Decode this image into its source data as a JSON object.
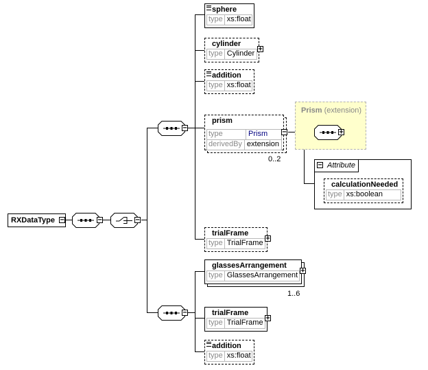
{
  "root": {
    "name": "RXDataType"
  },
  "elements": {
    "sphere": {
      "name": "sphere",
      "type_key": "type",
      "type": "xs:float"
    },
    "cylinder": {
      "name": "cylinder",
      "type_key": "type",
      "type": "Cylinder"
    },
    "addition1": {
      "name": "addition",
      "type_key": "type",
      "type": "xs:float"
    },
    "prism": {
      "name": "prism",
      "type_key": "type",
      "type": "Prism",
      "derived_key": "derivedBy",
      "derived": "extension",
      "occurrence": "0..2"
    },
    "trialFrame1": {
      "name": "trialFrame",
      "type_key": "type",
      "type": "TrialFrame"
    },
    "glassesArrangement": {
      "name": "glassesArrangement",
      "type_key": "type",
      "type": "GlassesArrangement",
      "occurrence": "1..6"
    },
    "trialFrame2": {
      "name": "trialFrame",
      "type_key": "type",
      "type": "TrialFrame"
    },
    "addition2": {
      "name": "addition",
      "type_key": "type",
      "type": "xs:float"
    }
  },
  "extension": {
    "title": "Prism",
    "note": "(extension)"
  },
  "attributes": {
    "header": "Attribute",
    "item": {
      "name": "calculationNeeded",
      "type_key": "type",
      "type": "xs:boolean"
    }
  },
  "symbols": {
    "collapse": "−",
    "expand": "+"
  }
}
